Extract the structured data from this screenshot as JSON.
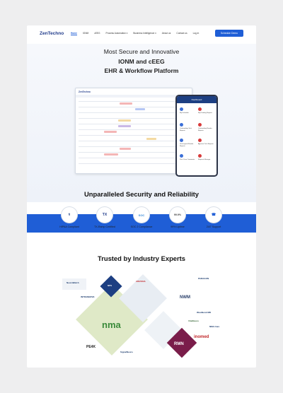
{
  "nav": {
    "brand": "ZenTechno",
    "items": [
      "Home",
      "IONM",
      "cEEG",
      "Process Automation ▾",
      "Business Intelligence ▾",
      "About us",
      "Contact us",
      "Log in"
    ],
    "cta": "Schedule Demo"
  },
  "hero": {
    "line1": "Most Secure and Innovative",
    "line2": "IONM and cEEG",
    "line3": "EHR & Workflow Platform"
  },
  "dashboard": {
    "brand": "ZenTechno",
    "header": "Dashboard",
    "tiles": [
      "My Schedule",
      "My Pending Reports",
      "Outstanding Tech Reports",
      "Outstanding Reader Reports",
      "Unassigned Reader Reports",
      "Approve Tech Reports",
      "Post Case Comments",
      "Request Manager"
    ]
  },
  "security": {
    "title": "Unparalleled Security and Reliability",
    "badges": [
      {
        "label": "HIPAA Compliant",
        "icon": "hipaa-icon",
        "mark": "⚕"
      },
      {
        "label": "TX-Ramp Certified",
        "icon": "txramp-icon",
        "mark": "TX"
      },
      {
        "label": "SOC 2 Compliance",
        "icon": "soc2-icon",
        "mark": "SOC"
      },
      {
        "label": "99% Uptime",
        "icon": "uptime-icon",
        "mark": "99.9%"
      },
      {
        "label": "24/7 Support",
        "icon": "support-icon",
        "mark": "☎"
      }
    ]
  },
  "trusted": {
    "title": "Trusted by Industry Experts",
    "logos": [
      "NeuroWatch",
      "NPS",
      "INTRANERVE",
      "ARIZONA",
      "NWM",
      "PARAGON",
      "nma",
      "VitalNeuro",
      "WestBend MD",
      "inomed",
      "PE4K",
      "SignalNeuro",
      "RMN",
      "NMA Care"
    ]
  },
  "colors": {
    "accent": "#1f5ed6",
    "band": "#1f5ed6",
    "dark": "#1d3f82"
  }
}
